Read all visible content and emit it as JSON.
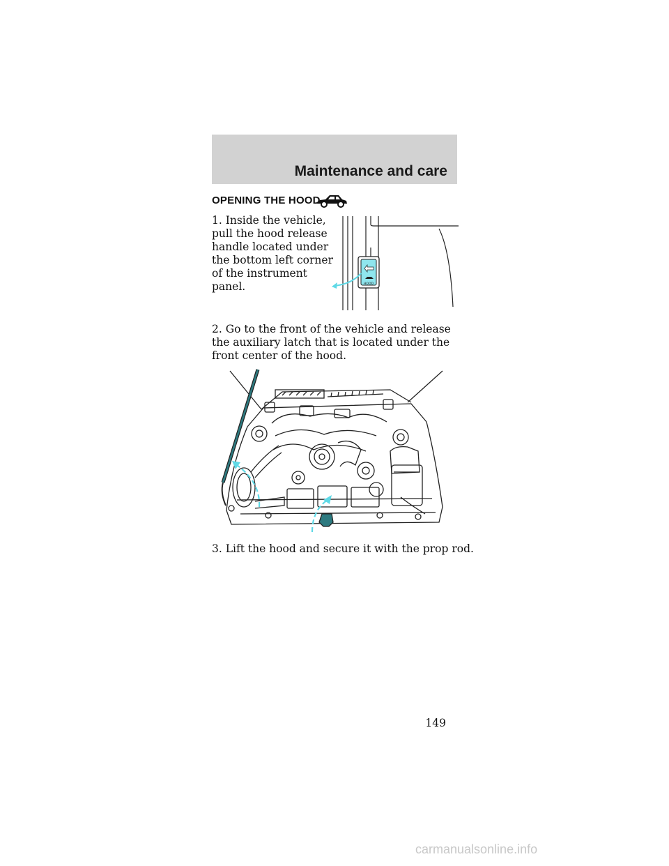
{
  "header": {
    "section_title": "Maintenance and care"
  },
  "heading": "OPENING THE HOOD",
  "steps": [
    "1. Inside the vehicle, pull the hood release handle located under the bottom left corner of the instrument panel.",
    "2. Go to the front of the vehicle and release the auxiliary latch that is located under the front center of the hood.",
    "3. Lift the hood and secure it with the prop rod."
  ],
  "figure1": {
    "handle_label": "HOOD"
  },
  "page_number": "149",
  "footer": {
    "watermark": "carmanualsonline.info"
  },
  "colors": {
    "header_bg": "#d2d2d2",
    "accent_arrow": "#5fd9e6",
    "line_art": "#222222"
  },
  "icons": {
    "heading_icon": "car-side-icon"
  }
}
